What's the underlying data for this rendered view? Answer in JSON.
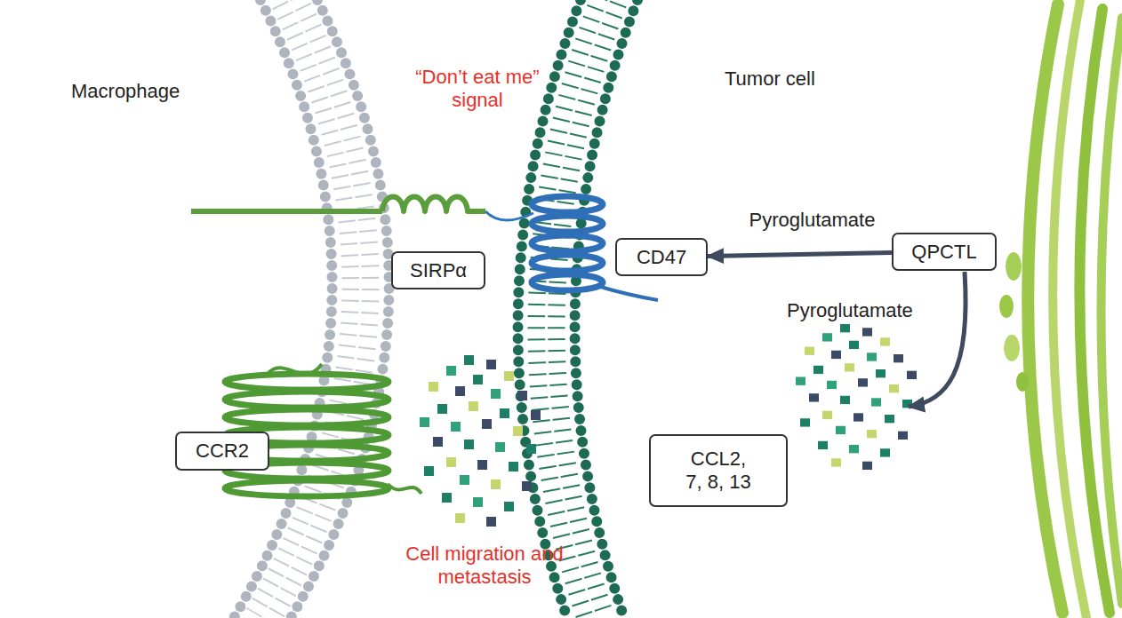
{
  "diagram": {
    "nodes": [
      {
        "text": [
          "SIRPα"
        ]
      },
      {
        "text": [
          "CD47"
        ]
      },
      {
        "text": [
          "QPCTL"
        ]
      },
      {
        "text": [
          "CCR2"
        ]
      },
      {
        "text": [
          "CCL2, 7, 8, 13"
        ]
      }
    ],
    "edges": [
      {
        "from": 2,
        "to": 1,
        "arrow": "to",
        "label": "Pyroglutamate"
      }
    ],
    "labels": [
      "Macrophage",
      "Tumor cell",
      "“Don’t eat me” signal",
      "Pyroglutamate",
      "Cell migration and metastasis"
    ]
  }
}
